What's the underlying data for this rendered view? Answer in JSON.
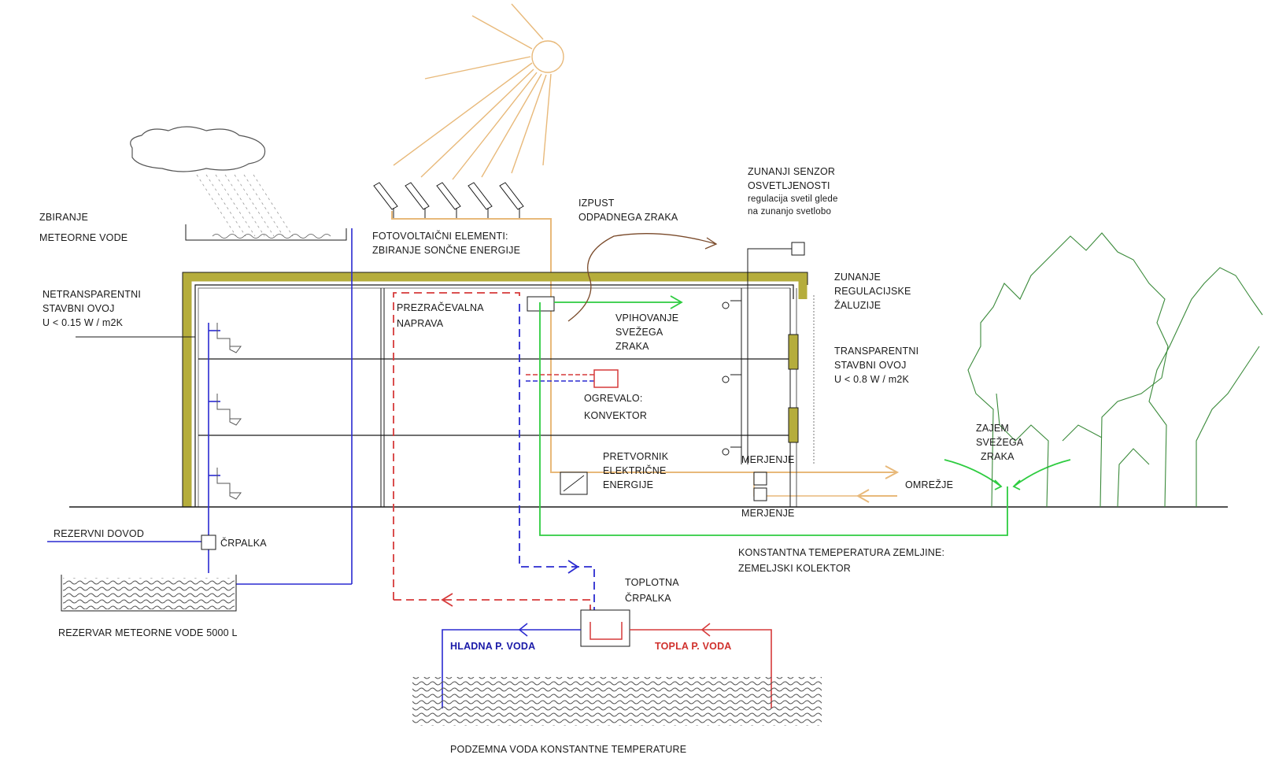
{
  "labels": {
    "rain": [
      "ZBIRANJE",
      "METEORNE  VODE"
    ],
    "pv": [
      "FOTOVOLTAIČNI ELEMENTI:",
      "ZBIRANJE SONČNE ENERGIJE"
    ],
    "exhaust": [
      "IZPUST",
      "ODPADNEGA ZRAKA"
    ],
    "sensor": [
      "ZUNANJI SENZOR",
      "OSVETLJENOSTI",
      "regulacija svetil glede",
      "na zunanjo svetlobo"
    ],
    "opaque": [
      "NETRANSPARENTNI",
      "STAVBNI OVOJ",
      "U  < 0.15 W / m2K"
    ],
    "ventunit": [
      "PREZRAČEVALNA",
      "NAPRAVA"
    ],
    "intake": [
      "VPIHOVANJE",
      "SVEŽEGA",
      "ZRAKA"
    ],
    "blinds": [
      "ZUNANJE",
      "REGULACIJSKE",
      "ŽALUZIJE"
    ],
    "transparent": [
      "TRANSPARENTNI",
      "STAVBNI OVOJ",
      "U  < 0.8 W / m2K"
    ],
    "heater": [
      "OGREVALO:",
      "KONVEKTOR"
    ],
    "inverter": [
      "PRETVORNIK",
      "ELEKTRIČNE",
      "ENERGIJE"
    ],
    "meter_top": "MERJENJE",
    "meter_bottom": "MERJENJE",
    "grid": "OMREŽJE",
    "fresh_air": [
      "ZAJEM",
      "SVEŽEGA",
      "ZRAKA"
    ],
    "backup": "REZERVNI DOVOD",
    "pump": "ČRPALKA",
    "ground": [
      "KONSTANTNA TEMEPERATURA ZEMLJINE:",
      "ZEMELJSKI KOLEKTOR"
    ],
    "heatpump": [
      "TOPLOTNA",
      "ČRPALKA"
    ],
    "tank": "REZERVAR METEORNE  VODE 5000 L",
    "cold": "HLADNA P. VODA",
    "warm": "TOPLA P. VODA",
    "groundwater": "PODZEMNA VODA KONSTANTNE TEMPERATURE"
  },
  "colors": {
    "wall": "#b5ad3c",
    "solar": "#e8b97a",
    "fresh_air": "#2ecc40",
    "cold_water": "#2a2ad0",
    "warm_water": "#d63a3a",
    "tree": "#3a8a3a",
    "cloud": "#888888",
    "line": "#1a1a1a"
  }
}
